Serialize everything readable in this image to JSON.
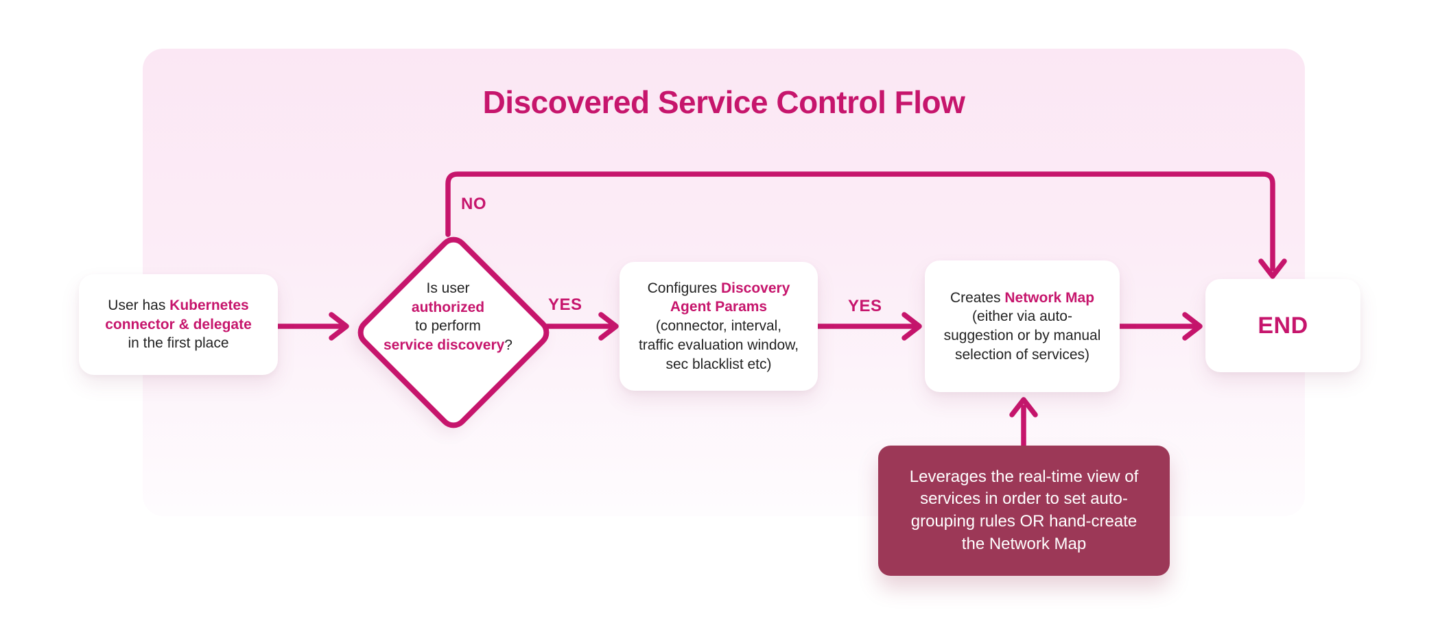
{
  "title": "Discovered Service Control Flow",
  "colors": {
    "accent": "#C6156C",
    "note_bg": "#9C3857",
    "note_text": "#FFFFFF",
    "canvas_top": "#FBE7F4",
    "canvas_bottom": "#FEFCFE",
    "node_bg": "#FFFFFF",
    "text_dark": "#222222"
  },
  "nodes": {
    "start": {
      "line1_normal": "User has ",
      "line1_bold": "Kubernetes",
      "line2_bold": "connector & delegate",
      "line3_normal": "in the first place"
    },
    "decision": {
      "line1": "Is user",
      "line2_bold": "authorized",
      "line3": "to perform",
      "line4_bold": "service discovery",
      "line4_suffix": "?"
    },
    "configure": {
      "line1_normal": "Configures ",
      "line1_bold": "Discovery",
      "line2_bold": "Agent Params",
      "line3": "(connector, interval,",
      "line4": "traffic evaluation window,",
      "line5": "sec blacklist etc)"
    },
    "create": {
      "line1_normal": "Creates ",
      "line1_bold": "Network Map",
      "line2": "(either via auto-",
      "line3": "suggestion or by manual",
      "line4": "selection of services)"
    },
    "end": {
      "label": "END"
    },
    "note": {
      "line1": "Leverages the real-time view of",
      "line2": "services in order to set auto-",
      "line3": "grouping rules OR hand-create",
      "line4": "the Network Map"
    }
  },
  "edges": {
    "no_label": "NO",
    "yes_configure_label": "YES",
    "yes_create_label": "YES"
  }
}
